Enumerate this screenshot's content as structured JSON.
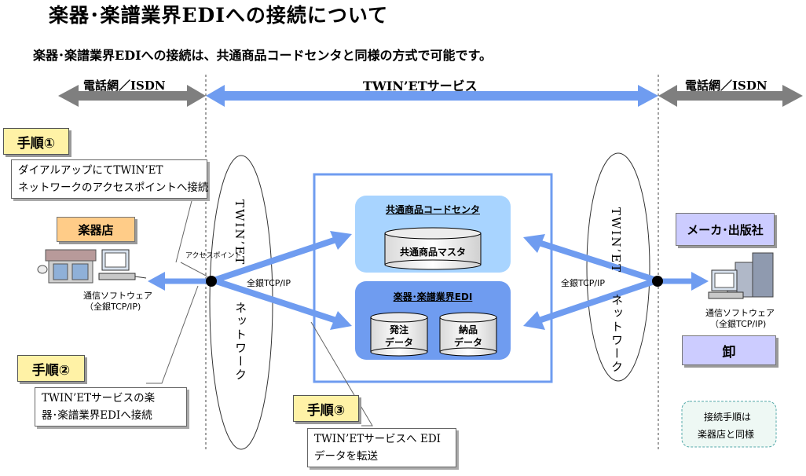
{
  "title": "楽器･楽譜業界EDIへの接続について",
  "subtitle": "楽器･楽譜業界EDIへの接続は、共通商品コードセンタと同様の方式で可能です。",
  "bands": {
    "left": "電話網／ISDN",
    "center": "TWIN’ETサービス",
    "right": "電話網／ISDN"
  },
  "steps": {
    "step1": {
      "label": "手順①",
      "text_line1": "ダイアルアップにてTWIN’ET",
      "text_line2": "ネットワークのアクセスポイントへ接続"
    },
    "step2": {
      "label": "手順②",
      "text_line1": "TWIN’ETサービスの楽",
      "text_line2": "器･楽譜業界EDIへ接続"
    },
    "step3": {
      "label": "手順③",
      "text_line1": "TWIN’ETサービスへ EDI",
      "text_line2": "データを転送"
    }
  },
  "left_site": {
    "role": "楽器店",
    "software_line1": "通信ソフトウェア",
    "software_line2": "（全銀TCP/IP)",
    "access_point": "アクセスポイント"
  },
  "right_site": {
    "role": "メーカ･出版社",
    "role2": "卸",
    "software_line1": "通信ソフトウェア",
    "software_line2": "（全銀TCP/IP)",
    "note_line1": "接続手順は",
    "note_line2": "楽器店と同様"
  },
  "network": {
    "left_label_top": "TWIN’ET",
    "left_label_bottom": "ネットワーク",
    "right_label_top": "TWIN’ET",
    "right_label_bottom": "ネットワーク",
    "protocol_left": "全銀TCP/IP",
    "protocol_right": "全銀TCP/IP"
  },
  "center": {
    "code_center_title": "共通商品コードセンタ",
    "master_db": "共通商品マスタ",
    "edi_title": "楽器･楽譜業界EDI",
    "order_db_line1": "発注",
    "order_db_line2": "データ",
    "delivery_db_line1": "納品",
    "delivery_db_line2": "データ"
  },
  "colors": {
    "band_gray": "#7f7f7f",
    "band_blue": "#6f9cf0",
    "step_fill": "#fff2a6",
    "role_orange": "#ffcc88",
    "role_lavender": "#ccccff",
    "panel_lightblue": "#a8d4ff",
    "panel_blue": "#6f9cf0",
    "note_fill": "#eef8f4"
  }
}
